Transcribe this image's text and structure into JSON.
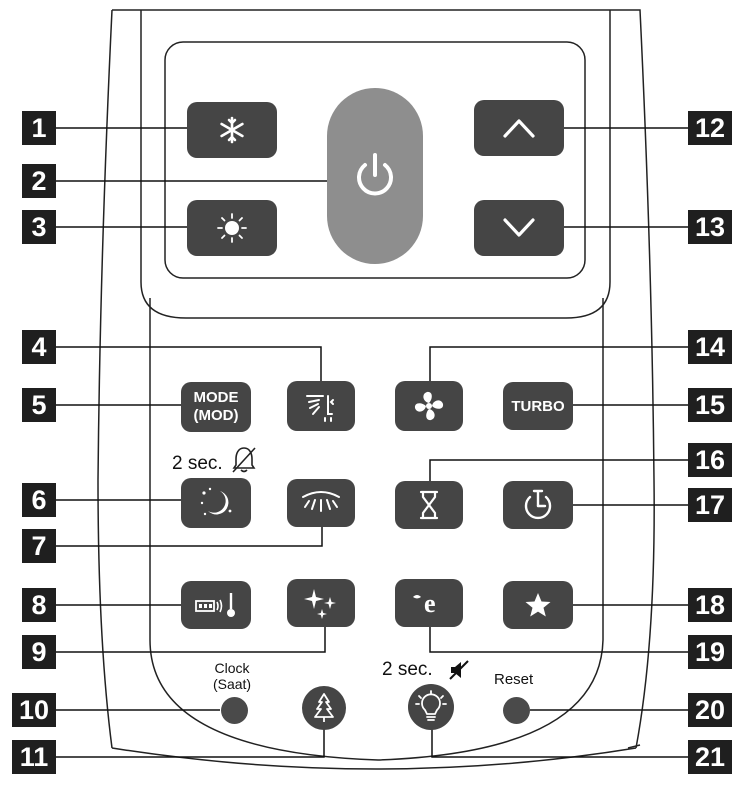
{
  "labels": [
    "1",
    "2",
    "3",
    "4",
    "5",
    "6",
    "7",
    "8",
    "9",
    "10",
    "11",
    "12",
    "13",
    "14",
    "15",
    "16",
    "17",
    "18",
    "19",
    "20",
    "21"
  ],
  "buttons": {
    "cool": {
      "icon": "snowflake-icon"
    },
    "power": {
      "icon": "power-icon"
    },
    "heat": {
      "icon": "sun-icon"
    },
    "up": {
      "icon": "chevron-up-icon"
    },
    "down": {
      "icon": "chevron-down-icon"
    },
    "mode": {
      "line1": "MODE",
      "line2": "(MOD)"
    },
    "swing": {
      "icon": "air-swing-icon"
    },
    "fan": {
      "icon": "fan-icon"
    },
    "turbo": {
      "label": "TURBO"
    },
    "sleep": {
      "icon": "moon-stars-icon"
    },
    "flap": {
      "icon": "air-flap-icon"
    },
    "timer": {
      "icon": "hourglass-icon"
    },
    "timer_clock": {
      "icon": "clock-timer-icon"
    },
    "ifeel": {
      "icon": "sensor-thermometer-icon"
    },
    "clean": {
      "icon": "sparkle-icon"
    },
    "eco": {
      "icon": "eco-e-icon"
    },
    "favorite": {
      "icon": "star-icon"
    },
    "ionizer": {
      "icon": "tree-icon"
    },
    "light": {
      "icon": "bulb-icon"
    }
  },
  "annotations": {
    "sleep_hold": "2 sec.",
    "clock_line1": "Clock",
    "clock_line2": "(Saat)",
    "light_hold": "2 sec.",
    "reset": "Reset"
  }
}
